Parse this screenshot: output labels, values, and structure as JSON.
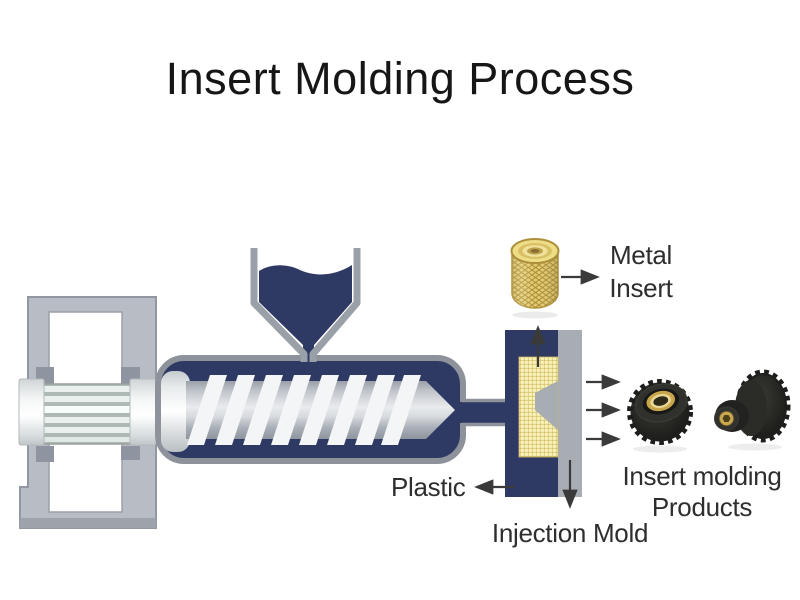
{
  "title": "Insert Molding Process",
  "labels": {
    "metal_insert": {
      "line1": "Metal",
      "line2": "Insert"
    },
    "plastic": "Plastic",
    "injection_mold": "Injection Mold",
    "products": {
      "line1": "Insert molding",
      "line2": "Products"
    }
  },
  "colors": {
    "background": "#ffffff",
    "title_text": "#161616",
    "label_text": "#2e2e2e",
    "navy": "#2e3a63",
    "machine_gray": "#b8bcc4",
    "outline_gray": "#8e939b",
    "mold_gray": "#a8acb3",
    "knurl_yellow": "#f6eeae",
    "brass": "#e2c96e",
    "arrow": "#3a3a3a",
    "product_black": "#1d1d1b"
  }
}
